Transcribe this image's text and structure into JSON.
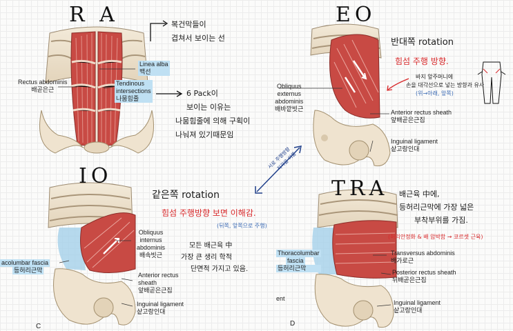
{
  "rectus": {
    "title": "R A",
    "label_en": "Rectus abdominis",
    "label_ko": "배곧은근",
    "linea_en": "Linea alba",
    "linea_ko": "백선",
    "tend_en1": "Tendinous",
    "tend_en2": "intersections",
    "tend_ko": "나뭄힘줄",
    "note1_l1": "복건막들이",
    "note1_l2": "겹쳐서 보이는 선",
    "note2_l1": "6 Pack이",
    "note2_l2": "보이는 이유는",
    "note2_l3": "나뭄힘줄에 의해 구획이",
    "note2_l4": "나눠져 있기때문임"
  },
  "eo": {
    "title": "EO",
    "note_title": "반대쪽 rotation",
    "fiber_note": "힘섬 주행 방향.",
    "aside_l1": "바지 앞주머니에",
    "aside_l2": "손을 대각선으로 넣는 방향과 유사",
    "aside_l3": "(위→아래, 앞쪽)",
    "label_en1": "Obliquus",
    "label_en2": "externus",
    "label_en3": "abdominis",
    "label_ko": "배바깥빗근",
    "ars_en": "Anterior rectus sheath",
    "ars_ko": "앞배곧은근집",
    "ing_en": "Inguinal ligament",
    "ing_ko": "샅고랑인대"
  },
  "cross": {
    "l1": "서로 주행방향",
    "l2": "직각을 이룸"
  },
  "io": {
    "title": "IO",
    "note_title": "같은쪽 rotation",
    "fiber_note": "힘섬 주행방향 보면 이해감.",
    "fiber_sub": "(뒤쪽, 앞쪽으로 주행)",
    "body_l1": "모든 배근육 中",
    "body_l2": "가장 큰 생리 학적",
    "body_l3": "단면적 가지고 있음.",
    "label_en1": "Obliquus",
    "label_en2": "internus",
    "label_en3": "abdominis",
    "label_ko": "배속빗근",
    "ars_en1": "Anterior rectus",
    "ars_en2": "sheath",
    "ars_ko": "앞배곧은근집",
    "ing_en": "Inguinal ligament",
    "ing_ko": "샅고랑인대",
    "tlf_en": "acolumbar fascia",
    "tlf_ko": "등허리근막",
    "corner": "C"
  },
  "tra": {
    "title": "TRA",
    "note_l1": "배근육 中에,",
    "note_l2": "등허리근막에 가장 넓은",
    "note_l3": "부착부위를 가짐.",
    "note_red": "(허리안정화 & 배 압박함 → 코르셋 근육)",
    "label_en": "Transversus abdominis",
    "label_ko": "배가로근",
    "prs_en": "Posterior rectus sheath",
    "prs_ko": "뒤배곧은근집",
    "ing_en": "Inguinal ligament",
    "ing_ko": "샅고랑인대",
    "tlf_en1": "Thoracolumbar",
    "tlf_en2": "fascia",
    "tlf_ko": "등허리근막",
    "cut": "ent",
    "corner": "D"
  }
}
